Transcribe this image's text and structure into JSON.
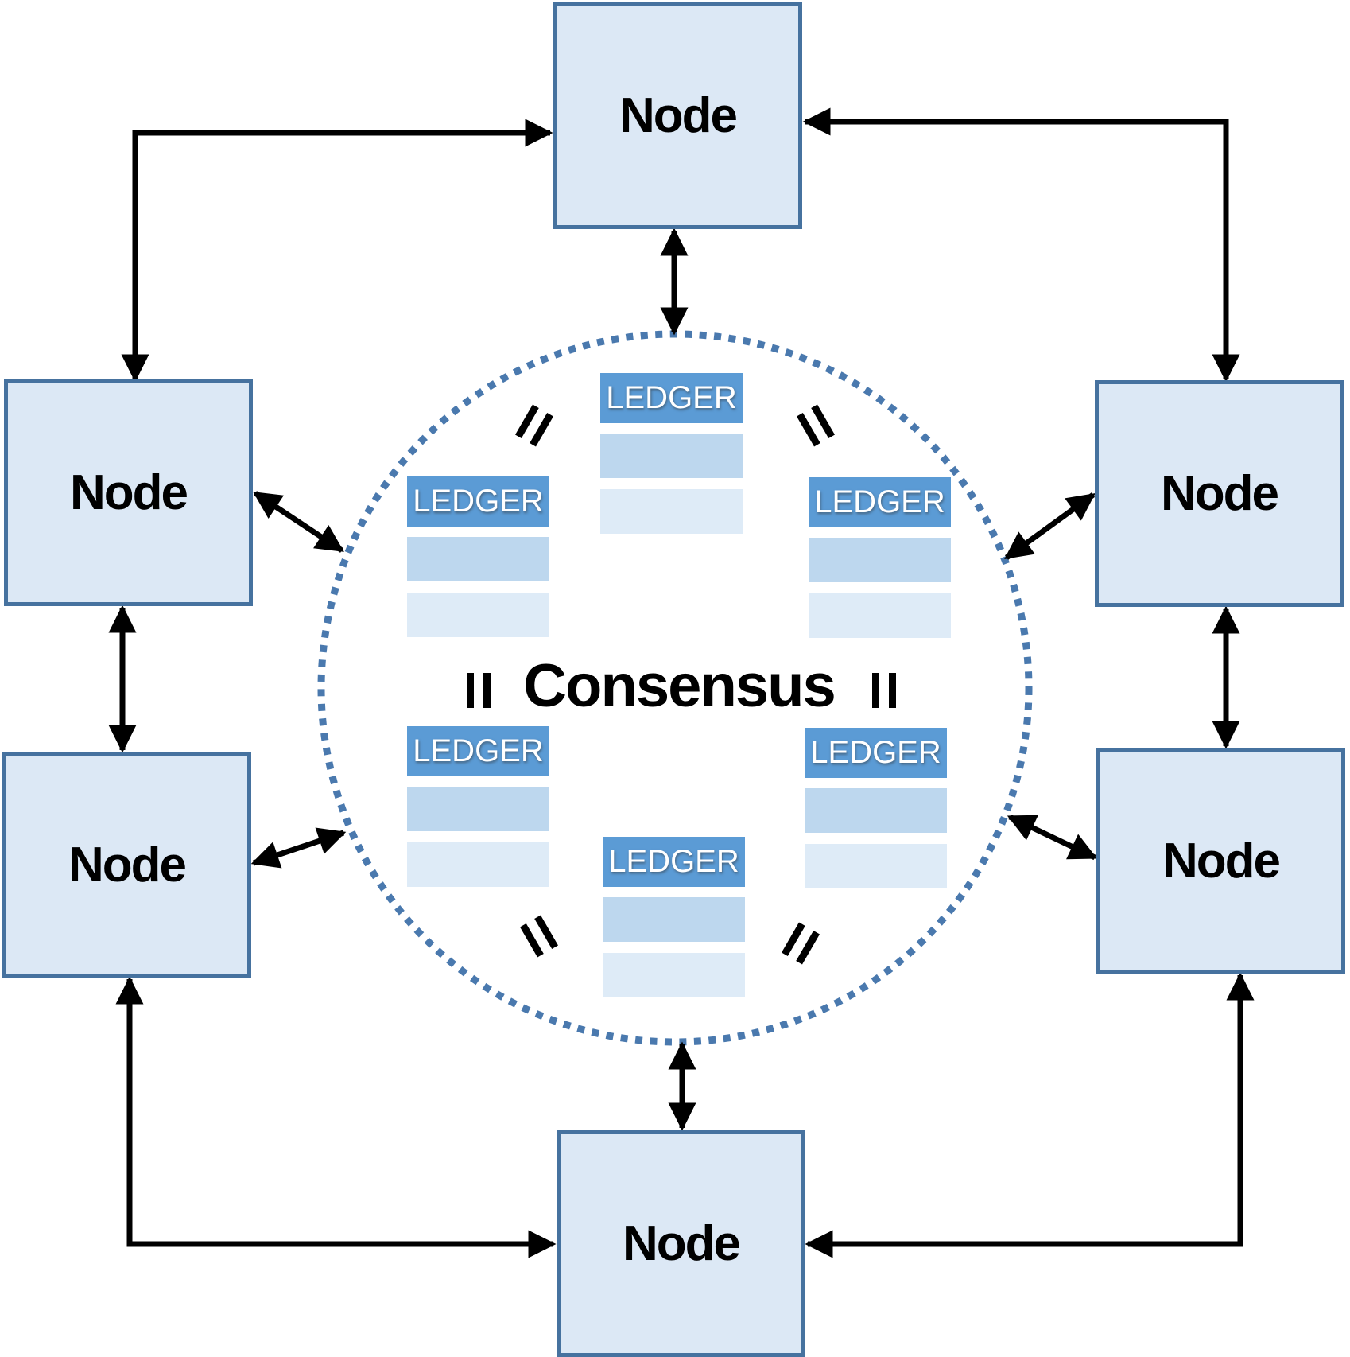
{
  "labels": {
    "consensus": "Consensus"
  },
  "nodes": [
    {
      "id": "top",
      "label": "Node"
    },
    {
      "id": "upper-left",
      "label": "Node"
    },
    {
      "id": "upper-right",
      "label": "Node"
    },
    {
      "id": "lower-left",
      "label": "Node"
    },
    {
      "id": "lower-right",
      "label": "Node"
    },
    {
      "id": "bottom",
      "label": "Node"
    }
  ],
  "ledgers": [
    {
      "id": "top-center",
      "label": "LEDGER"
    },
    {
      "id": "upper-left",
      "label": "LEDGER"
    },
    {
      "id": "upper-right",
      "label": "LEDGER"
    },
    {
      "id": "lower-left",
      "label": "LEDGER"
    },
    {
      "id": "lower-right",
      "label": "LEDGER"
    },
    {
      "id": "bottom-center",
      "label": "LEDGER"
    }
  ],
  "icons": {
    "equals_sign": "=",
    "double_arrow": "↔"
  },
  "colors": {
    "node_fill": "#dce8f5",
    "node_border": "#46729f",
    "ledger_header": "#5b9bd5",
    "ledger_row_mid": "#bdd7ee",
    "ledger_row_light": "#deebf7",
    "circle_dots": "#4a79ae",
    "arrow": "#000000",
    "text": "#000000",
    "ledger_text": "#ffffff"
  }
}
